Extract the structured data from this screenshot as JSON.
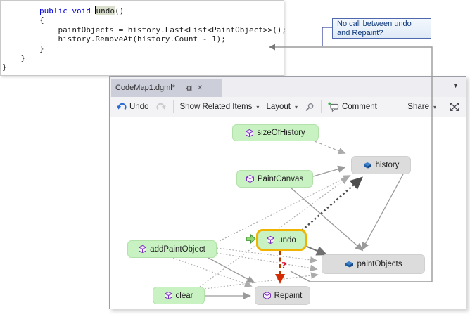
{
  "code_window": {
    "lines": [
      [
        [
          "plain",
          "        "
        ],
        [
          "kw",
          "public void "
        ],
        [
          "cursor",
          ""
        ],
        [
          "hl",
          "undo"
        ],
        [
          "plain",
          "()"
        ]
      ],
      [
        [
          "plain",
          "        {"
        ]
      ],
      [
        [
          "plain",
          "            paintObjects = history.Last<List<PaintObject>>();"
        ]
      ],
      [
        [
          "plain",
          "            history.RemoveAt(history.Count - 1);"
        ]
      ],
      [
        [
          "plain",
          "        }"
        ]
      ],
      [
        [
          "plain",
          "    }"
        ]
      ],
      [
        [
          "plain",
          "}"
        ]
      ]
    ]
  },
  "callout": {
    "line1": "No call between undo",
    "line2": "and Repaint?"
  },
  "codemap_window": {
    "tab_title": "CodeMap1.dgml*",
    "toolbar": {
      "undo": "Undo",
      "show_related_items": "Show Related Items",
      "layout": "Layout",
      "comment": "Comment",
      "share": "Share"
    }
  },
  "graph": {
    "nodes": [
      {
        "label": "sizeOfHistory",
        "kind": "method",
        "color": "green"
      },
      {
        "label": "history",
        "kind": "field",
        "color": "gray"
      },
      {
        "label": "PaintCanvas",
        "kind": "method",
        "color": "green"
      },
      {
        "label": "undo",
        "kind": "method",
        "color": "green",
        "selected": true
      },
      {
        "label": "addPaintObject",
        "kind": "method",
        "color": "green"
      },
      {
        "label": "paintObjects",
        "kind": "field",
        "color": "gray"
      },
      {
        "label": "clear",
        "kind": "method",
        "color": "green"
      },
      {
        "label": "Repaint",
        "kind": "method",
        "color": "gray"
      }
    ],
    "edge_label": "?",
    "edges": [
      {
        "from": "sizeOfHistory",
        "to": "history",
        "style": "dashed"
      },
      {
        "from": "addPaintObject",
        "to": "history",
        "style": "dotted"
      },
      {
        "from": "clear",
        "to": "history",
        "style": "dotted"
      },
      {
        "from": "PaintCanvas",
        "to": "history",
        "style": "solid"
      },
      {
        "from": "undo",
        "to": "history",
        "style": "bold-dotted"
      },
      {
        "from": "PaintCanvas",
        "to": "paintObjects",
        "style": "solid"
      },
      {
        "from": "history",
        "to": "paintObjects",
        "style": "solid"
      },
      {
        "from": "undo",
        "to": "paintObjects",
        "style": "solid-dark"
      },
      {
        "from": "addPaintObject",
        "to": "paintObjects",
        "style": "dotted"
      },
      {
        "from": "addPaintObject",
        "to": "paintObjects",
        "style": "dotted"
      },
      {
        "from": "clear",
        "to": "paintObjects",
        "style": "dotted"
      },
      {
        "from": "addPaintObject",
        "to": "Repaint",
        "style": "solid"
      },
      {
        "from": "addPaintObject",
        "to": "Repaint",
        "style": "dotted"
      },
      {
        "from": "clear",
        "to": "Repaint",
        "style": "solid"
      },
      {
        "from": "undo",
        "to": "Repaint",
        "style": "red-dashed",
        "label": "?"
      }
    ]
  },
  "icons": {
    "caret": "▾",
    "close": "✕",
    "well_arrow": "▼"
  },
  "colors": {
    "node_green": "#c9f2c3",
    "node_gray": "#dcdcdc",
    "selection_border": "#f0b400",
    "red_edge": "#b13a00",
    "question_mark": "#e8001c",
    "callout_bg": "#e9f2fb",
    "callout_border": "#4f68ad",
    "callout_text": "#123a7a",
    "keyword_blue": "#0000e0",
    "undo_icon_blue": "#2a6ad4",
    "location_arrow_green": "#8ed973"
  }
}
